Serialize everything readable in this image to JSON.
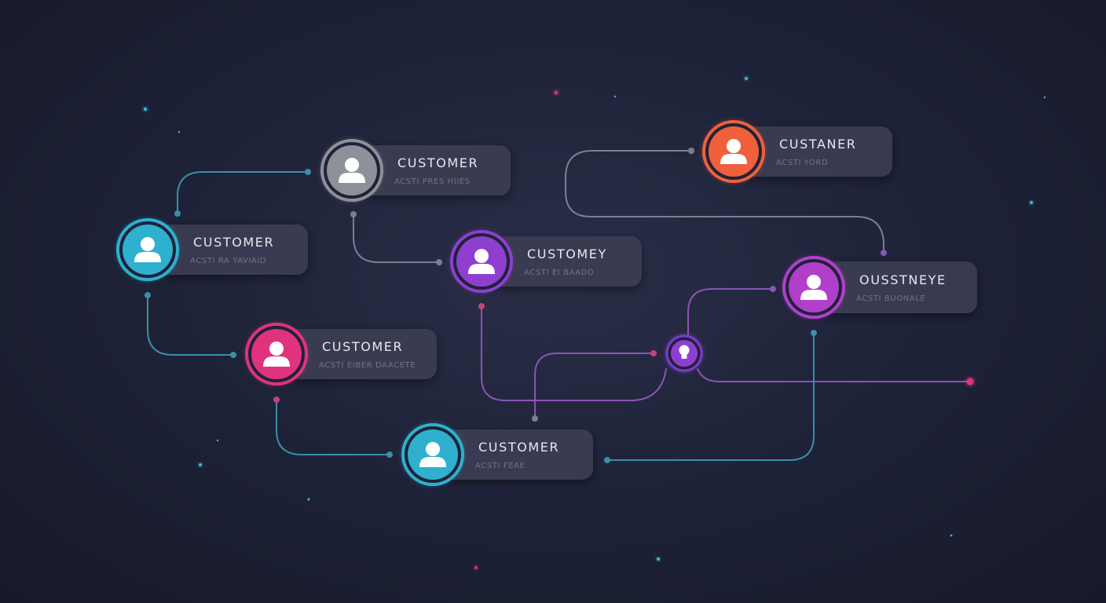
{
  "colors": {
    "background": "#1f2339",
    "pill": "#3a3e52",
    "teal": "#2fb0cf",
    "gray": "#8e9199",
    "purple": "#8e3fd0",
    "pink": "#e0337e",
    "orange": "#f0603c",
    "magenta": "#b23fcb",
    "wire_teal": "#3a8fa8",
    "wire_gray": "#7a7f92",
    "wire_purple": "#8b54b8",
    "wire_pink": "#c2437f",
    "text": "#e7e9f1",
    "subtext": "#6e738a"
  },
  "nodes": [
    {
      "id": "n1",
      "label": "CUSTOMER",
      "subtitle": "ACSTI RA YAVIAID",
      "color": "teal",
      "icon": "user-icon"
    },
    {
      "id": "n2",
      "label": "CUSTOMER",
      "subtitle": "ACSTI PRES HIIES",
      "color": "gray",
      "icon": "user-icon"
    },
    {
      "id": "n3",
      "label": "CUSTOMEY",
      "subtitle": "ACSTI EI BAADD",
      "color": "purple",
      "icon": "user-icon"
    },
    {
      "id": "n4",
      "label": "CUSTOMER",
      "subtitle": "ACSTI EIBER DAACETE",
      "color": "pink",
      "icon": "user-icon"
    },
    {
      "id": "n5",
      "label": "CUSTOMER",
      "subtitle": "ACSTI FEAE",
      "color": "teal",
      "icon": "user-icon"
    },
    {
      "id": "n6",
      "label": "CUSTANER",
      "subtitle": "ACSTI YORD",
      "color": "orange",
      "icon": "user-icon"
    },
    {
      "id": "n7",
      "label": "OUSSTNEYE",
      "subtitle": "ACSTI BUONALE",
      "color": "magenta",
      "icon": "user-icon"
    }
  ],
  "hub": {
    "icon": "bulb-icon",
    "color": "purple"
  }
}
